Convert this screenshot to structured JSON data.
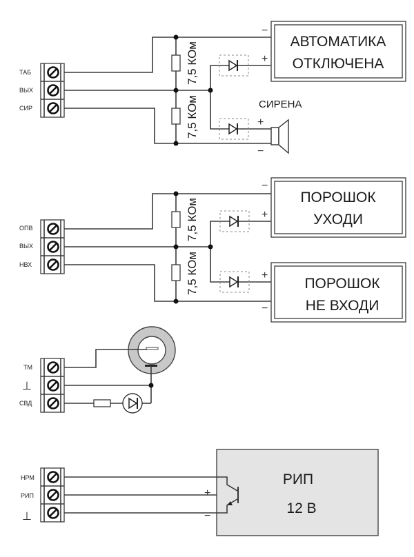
{
  "title": "Terminal wiring diagram",
  "colors": {
    "wire": "#3a3a3a",
    "sensor_ring": "#c8c8c8",
    "rip_fill": "#e4e4e4",
    "diode_box": "#8a8a8a"
  },
  "section1": {
    "terminals": [
      "ТАБ",
      "ВЫХ",
      "СИР"
    ],
    "resistor_top": "7,5 КОм",
    "resistor_bottom": "7,5 КОм",
    "display": {
      "line1": "АВТОМАТИКА",
      "line2": "ОТКЛЮЧЕНА",
      "minus": "−",
      "plus": "+"
    },
    "siren": {
      "label": "СИРЕНА",
      "plus": "+",
      "minus": "−"
    }
  },
  "section2": {
    "terminals": [
      "ОПВ",
      "ВЫХ",
      "НВХ"
    ],
    "resistor_top": "7,5 КОм",
    "resistor_bottom": "7,5 КОм",
    "display_top": {
      "line1": "ПОРОШОК",
      "line2": "УХОДИ",
      "minus": "−",
      "plus": "+"
    },
    "display_bottom": {
      "line1": "ПОРОШОК",
      "line2": "НЕ ВХОДИ",
      "plus": "+",
      "minus": "−"
    }
  },
  "section3": {
    "terminals": [
      "ТМ",
      "⊥",
      "СВД"
    ]
  },
  "section4": {
    "terminals": [
      "НРМ",
      "РИП",
      "⊥"
    ],
    "rip": {
      "line1": "РИП",
      "line2": "12 В",
      "plus": "+",
      "minus": "−"
    }
  }
}
